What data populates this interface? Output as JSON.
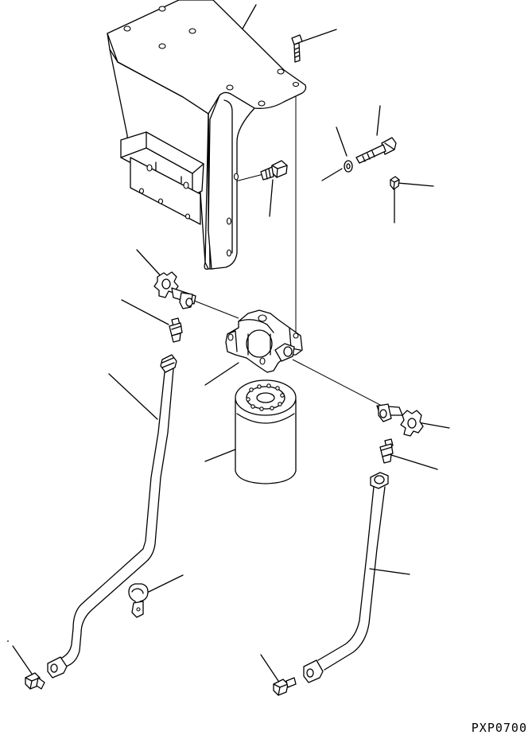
{
  "drawing": {
    "code": "PXP0700"
  },
  "parts": [
    {
      "id": "bracket",
      "icon": "mounting-bracket-icon"
    },
    {
      "id": "bracket-bolt",
      "icon": "bolt-icon"
    },
    {
      "id": "long-bolt",
      "icon": "bolt-icon"
    },
    {
      "id": "washer",
      "icon": "washer-icon"
    },
    {
      "id": "nut",
      "icon": "nut-icon"
    },
    {
      "id": "bracket-elbow",
      "icon": "elbow-fitting-icon"
    },
    {
      "id": "left-tee-valve",
      "icon": "valve-icon"
    },
    {
      "id": "left-nipple",
      "icon": "nipple-fitting-icon"
    },
    {
      "id": "filter-head",
      "icon": "filter-head-icon"
    },
    {
      "id": "filter-cartridge",
      "icon": "filter-cartridge-icon"
    },
    {
      "id": "right-tee-valve",
      "icon": "valve-icon"
    },
    {
      "id": "right-nipple",
      "icon": "nipple-fitting-icon"
    },
    {
      "id": "left-hose",
      "icon": "hose-icon"
    },
    {
      "id": "right-hose",
      "icon": "hose-icon"
    },
    {
      "id": "clip",
      "icon": "clip-icon"
    },
    {
      "id": "left-end-fitting",
      "icon": "connector-icon"
    },
    {
      "id": "right-end-fitting",
      "icon": "connector-icon"
    }
  ]
}
